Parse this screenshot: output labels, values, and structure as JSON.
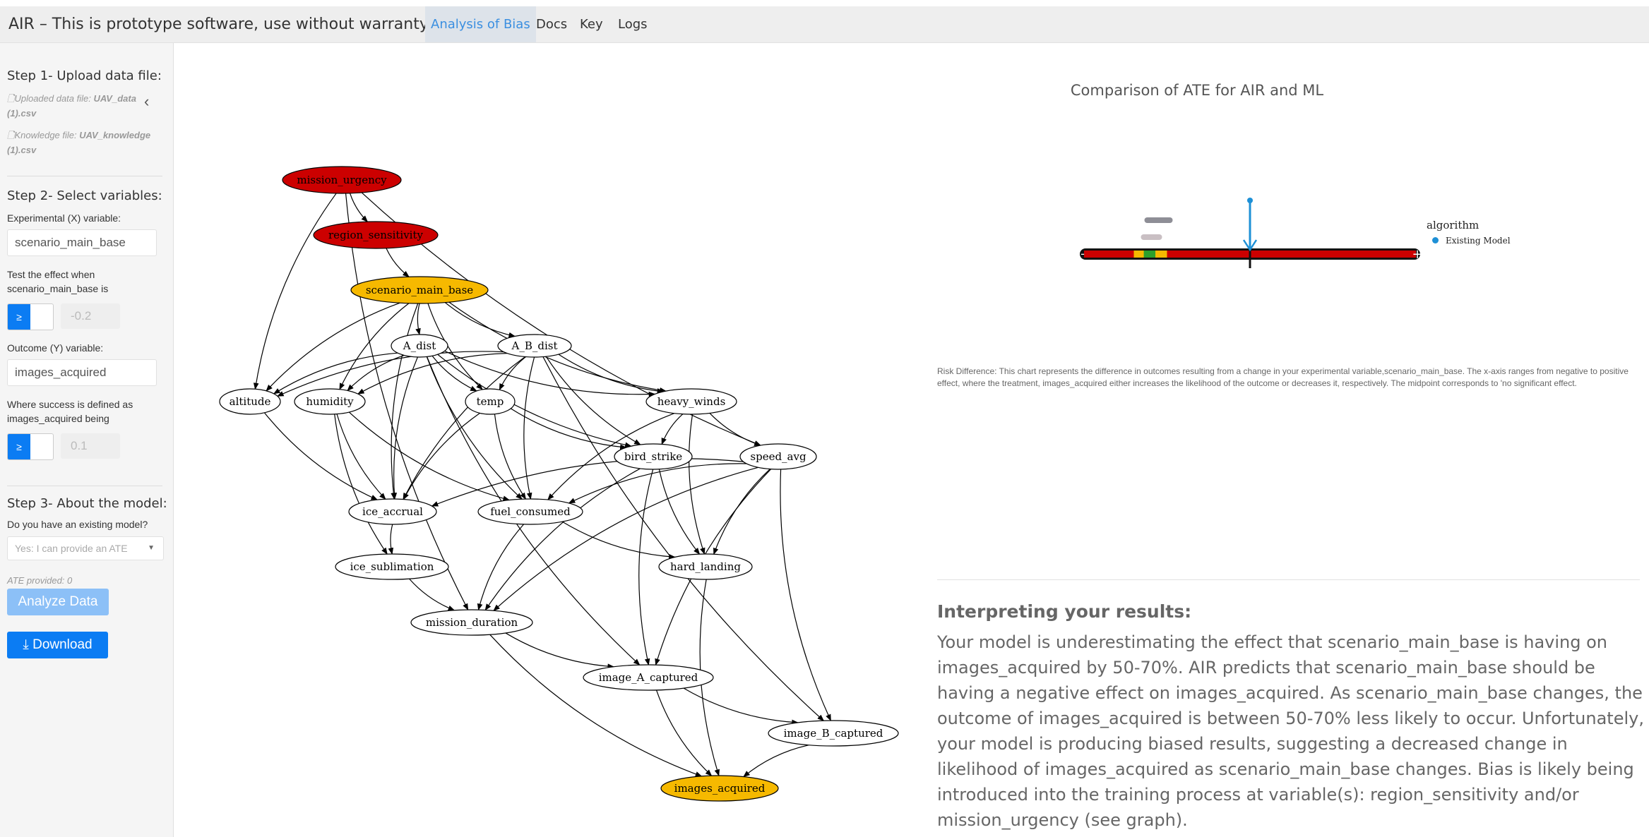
{
  "header": {
    "title": "AIR – This is prototype software, use without warranty.",
    "tabs": [
      {
        "label": "Analysis of Bias",
        "active": true
      },
      {
        "label": "Docs"
      },
      {
        "label": "Key"
      },
      {
        "label": "Logs"
      }
    ]
  },
  "sidebar": {
    "collapse_icon": "chevron-left-icon",
    "step1": {
      "title": "Step 1- Upload data file:",
      "data_file_label": "Uploaded data file: ",
      "data_file_name": "UAV_data (1).csv",
      "knowledge_file_label": "Knowledge file: ",
      "knowledge_file_name": "UAV_knowledge (1).csv"
    },
    "step2": {
      "title": "Step 2- Select variables:",
      "x_label": "Experimental (X) variable:",
      "x_value": "scenario_main_base",
      "test_label": "Test the effect when scenario_main_base is",
      "test_op": "≥",
      "test_value": "-0.2",
      "y_label": "Outcome (Y) variable:",
      "y_value": "images_acquired",
      "success_label": "Where success is defined as images_acquired being",
      "success_op": "≥",
      "success_value": "0.1"
    },
    "step3": {
      "title": "Step 3- About the model:",
      "question": "Do you have an existing model?",
      "selected": "Yes: I can provide an ATE",
      "ate_provided": "ATE provided: 0",
      "analyze_label": "Analyze Data",
      "download_label": "Download",
      "download_icon": "download-icon"
    }
  },
  "graph": {
    "nodes": [
      {
        "id": "mission_urgency",
        "label": "mission_urgency",
        "color": "#cc0000"
      },
      {
        "id": "region_sensitivity",
        "label": "region_sensitivity",
        "color": "#cc0000"
      },
      {
        "id": "scenario_main_base",
        "label": "scenario_main_base",
        "color": "#f6b900"
      },
      {
        "id": "A_dist",
        "label": "A_dist",
        "color": "#ffffff"
      },
      {
        "id": "A_B_dist",
        "label": "A_B_dist",
        "color": "#ffffff"
      },
      {
        "id": "altitude",
        "label": "altitude",
        "color": "#ffffff"
      },
      {
        "id": "humidity",
        "label": "humidity",
        "color": "#ffffff"
      },
      {
        "id": "temp",
        "label": "temp",
        "color": "#ffffff"
      },
      {
        "id": "heavy_winds",
        "label": "heavy_winds",
        "color": "#ffffff"
      },
      {
        "id": "bird_strike",
        "label": "bird_strike",
        "color": "#ffffff"
      },
      {
        "id": "speed_avg",
        "label": "speed_avg",
        "color": "#ffffff"
      },
      {
        "id": "ice_accrual",
        "label": "ice_accrual",
        "color": "#ffffff"
      },
      {
        "id": "fuel_consumed",
        "label": "fuel_consumed",
        "color": "#ffffff"
      },
      {
        "id": "ice_sublimation",
        "label": "ice_sublimation",
        "color": "#ffffff"
      },
      {
        "id": "hard_landing",
        "label": "hard_landing",
        "color": "#ffffff"
      },
      {
        "id": "mission_duration",
        "label": "mission_duration",
        "color": "#ffffff"
      },
      {
        "id": "image_A_captured",
        "label": "image_A_captured",
        "color": "#ffffff"
      },
      {
        "id": "image_B_captured",
        "label": "image_B_captured",
        "color": "#ffffff"
      },
      {
        "id": "images_acquired",
        "label": "images_acquired",
        "color": "#f6b900"
      }
    ],
    "edges": [
      [
        "mission_urgency",
        "region_sensitivity"
      ],
      [
        "mission_urgency",
        "altitude"
      ],
      [
        "mission_urgency",
        "speed_avg"
      ],
      [
        "mission_urgency",
        "mission_duration"
      ],
      [
        "region_sensitivity",
        "scenario_main_base"
      ],
      [
        "scenario_main_base",
        "A_dist"
      ],
      [
        "scenario_main_base",
        "A_B_dist"
      ],
      [
        "scenario_main_base",
        "altitude"
      ],
      [
        "scenario_main_base",
        "humidity"
      ],
      [
        "scenario_main_base",
        "temp"
      ],
      [
        "scenario_main_base",
        "heavy_winds"
      ],
      [
        "scenario_main_base",
        "ice_accrual"
      ],
      [
        "A_dist",
        "altitude"
      ],
      [
        "A_dist",
        "humidity"
      ],
      [
        "A_dist",
        "temp"
      ],
      [
        "A_dist",
        "heavy_winds"
      ],
      [
        "A_dist",
        "bird_strike"
      ],
      [
        "A_dist",
        "ice_accrual"
      ],
      [
        "A_dist",
        "fuel_consumed"
      ],
      [
        "A_dist",
        "image_A_captured"
      ],
      [
        "A_B_dist",
        "altitude"
      ],
      [
        "A_B_dist",
        "humidity"
      ],
      [
        "A_B_dist",
        "temp"
      ],
      [
        "A_B_dist",
        "heavy_winds"
      ],
      [
        "A_B_dist",
        "bird_strike"
      ],
      [
        "A_B_dist",
        "ice_accrual"
      ],
      [
        "A_B_dist",
        "fuel_consumed"
      ],
      [
        "A_B_dist",
        "image_B_captured"
      ],
      [
        "altitude",
        "ice_accrual"
      ],
      [
        "humidity",
        "ice_accrual"
      ],
      [
        "humidity",
        "ice_sublimation"
      ],
      [
        "humidity",
        "fuel_consumed"
      ],
      [
        "temp",
        "ice_accrual"
      ],
      [
        "temp",
        "fuel_consumed"
      ],
      [
        "temp",
        "bird_strike"
      ],
      [
        "heavy_winds",
        "bird_strike"
      ],
      [
        "heavy_winds",
        "speed_avg"
      ],
      [
        "heavy_winds",
        "fuel_consumed"
      ],
      [
        "heavy_winds",
        "hard_landing"
      ],
      [
        "bird_strike",
        "hard_landing"
      ],
      [
        "bird_strike",
        "mission_duration"
      ],
      [
        "bird_strike",
        "image_A_captured"
      ],
      [
        "speed_avg",
        "fuel_consumed"
      ],
      [
        "speed_avg",
        "ice_accrual"
      ],
      [
        "speed_avg",
        "hard_landing"
      ],
      [
        "speed_avg",
        "mission_duration"
      ],
      [
        "speed_avg",
        "image_A_captured"
      ],
      [
        "speed_avg",
        "image_B_captured"
      ],
      [
        "ice_accrual",
        "ice_sublimation"
      ],
      [
        "fuel_consumed",
        "mission_duration"
      ],
      [
        "fuel_consumed",
        "hard_landing"
      ],
      [
        "ice_sublimation",
        "mission_duration"
      ],
      [
        "hard_landing",
        "images_acquired"
      ],
      [
        "mission_duration",
        "image_A_captured"
      ],
      [
        "mission_duration",
        "images_acquired"
      ],
      [
        "image_A_captured",
        "image_B_captured"
      ],
      [
        "image_A_captured",
        "images_acquired"
      ],
      [
        "image_B_captured",
        "images_acquired"
      ]
    ]
  },
  "chart": {
    "title": "Comparison of ATE for AIR and ML",
    "legend_title": "algorithm",
    "legend_item": "Existing Model",
    "minus_label": "-",
    "plus_label": "+",
    "bar_color": "#cc0000",
    "midpoint_color": "#1e90d6",
    "range_colors": [
      "#f6b900",
      "#2ca02c"
    ]
  },
  "chart_data": {
    "type": "scatter",
    "title": "Comparison of ATE for AIR and ML",
    "xlim": [
      -1,
      1
    ],
    "series": [
      {
        "name": "Existing Model",
        "x": [
          0
        ]
      }
    ],
    "air_range": [
      -0.7,
      -0.5
    ],
    "legend": "right"
  },
  "risk_note": "Risk Difference: This chart represents the difference in outcomes resulting from a change in your experimental variable,scenario_main_base. The x-axis ranges from negative to positive effect, where the treatment, images_acquired either increases the likelihood of the outcome or decreases it, respectively. The midpoint corresponds to 'no significant effect.",
  "results": {
    "title": "Interpreting your results:",
    "text": "Your model is underestimating the effect that scenario_main_base is having on images_acquired by 50-70%. AIR predicts that scenario_main_base should be having a negative effect on images_acquired. As scenario_main_base changes, the outcome of images_acquired is between 50-70% less likely to occur. Unfortunately, your model is producing biased results, suggesting a decreased change in likelihood of images_acquired as scenario_main_base changes. Bias is likely being introduced into the training process at variable(s): region_sensitivity and/or mission_urgency (see graph)."
  }
}
